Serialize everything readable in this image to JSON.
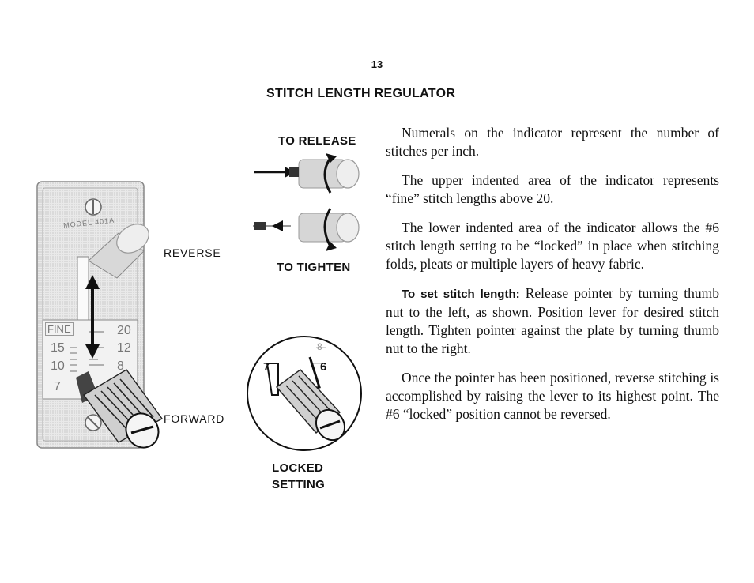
{
  "page": {
    "number": "13",
    "heading": "STITCH LENGTH REGULATOR"
  },
  "labels": {
    "to_release": "TO RELEASE",
    "to_tighten": "TO TIGHTEN",
    "reverse": "REVERSE",
    "forward": "FORWARD",
    "locked": "LOCKED",
    "setting": "SETTING"
  },
  "plate": {
    "model": "MODEL 401A",
    "fine": "FINE",
    "left_numbers": [
      "15",
      "10",
      "7"
    ],
    "right_numbers": [
      "20",
      "12",
      "8"
    ]
  },
  "locked_inset": {
    "left": "7",
    "right": "6",
    "top": "8"
  },
  "paragraphs": [
    "Numerals on the indicator represent the number of stitches per inch.",
    "The upper indented area of the indicator represents “fine” stitch lengths above 20.",
    "The lower indented area of the indicator allows the #6 stitch length setting to be “locked” in place when stitching folds, pleats or multiple layers of heavy fabric.",
    "Once the pointer has been positioned, reverse stitching is accomplished by raising the lever to its highest point. The #6 “locked” position cannot be reversed."
  ],
  "set_stitch": {
    "lead": "To set stitch length:",
    "text": " Release pointer by turning thumb nut to the left, as shown. Position lever for desired stitch length. Tighten pointer against the plate by turning thumb nut to the right."
  }
}
